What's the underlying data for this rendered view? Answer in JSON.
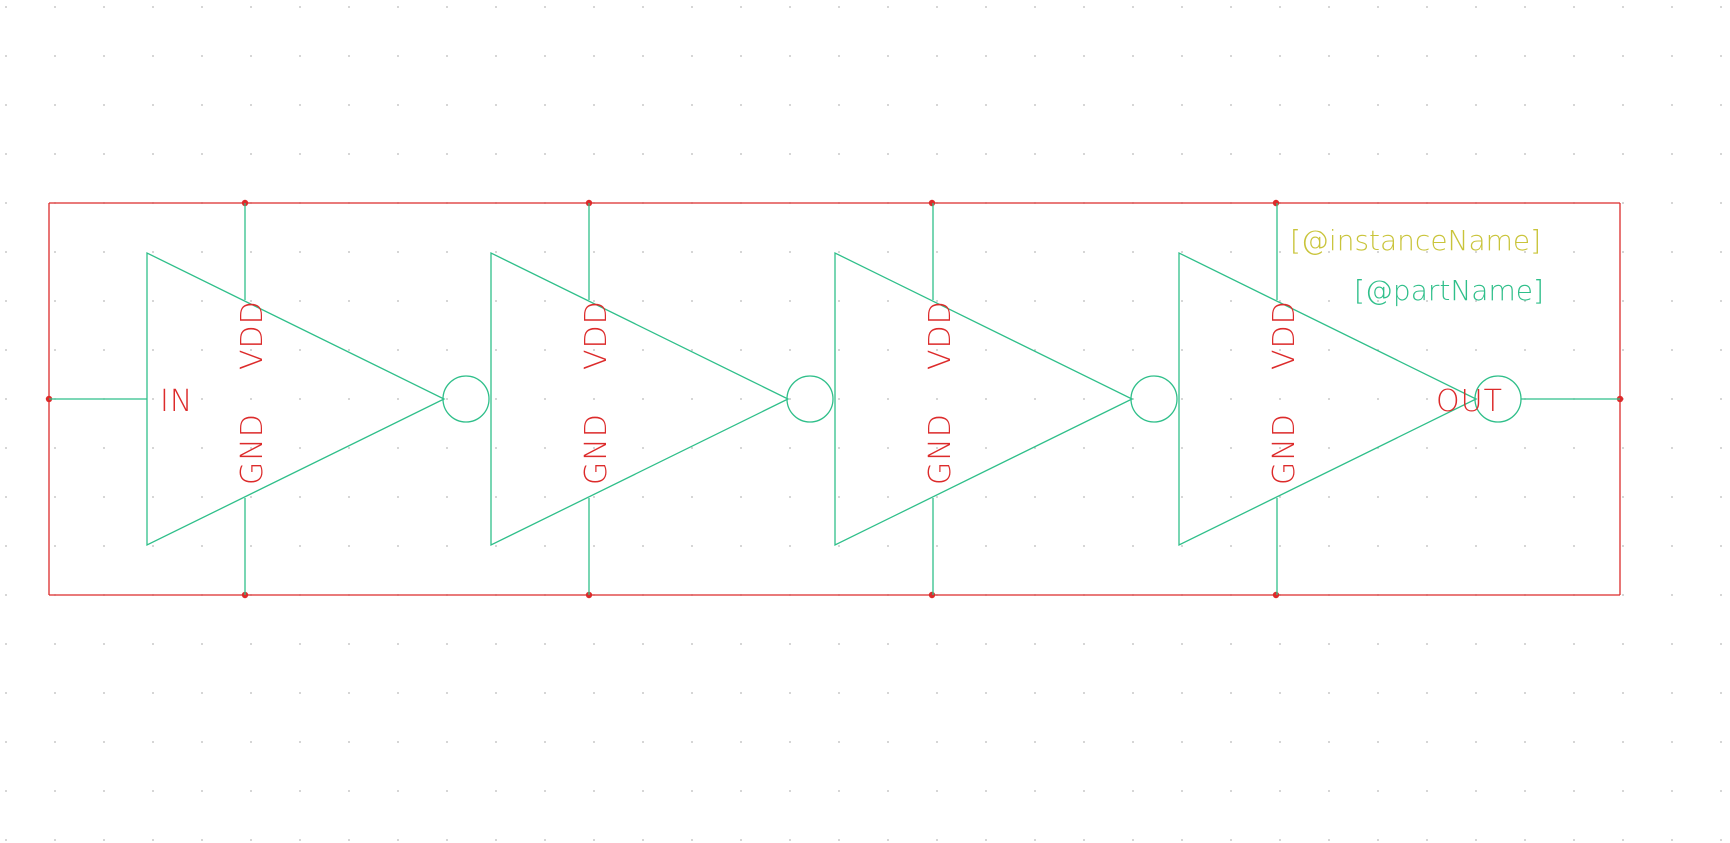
{
  "schematic": {
    "colors": {
      "wire": "#dc2b2b",
      "symbol": "#2fbf8a",
      "instance_attribute": "#c9c43a",
      "part_attribute": "#2fbf8a",
      "grid_dot": "#b9b9b9",
      "background": "#ffffff"
    },
    "inverters": [
      {
        "input_label": "IN",
        "output_label": "",
        "supply_label": "VDD",
        "ground_label": "GND"
      },
      {
        "input_label": "",
        "output_label": "",
        "supply_label": "VDD",
        "ground_label": "GND"
      },
      {
        "input_label": "",
        "output_label": "",
        "supply_label": "VDD",
        "ground_label": "GND"
      },
      {
        "input_label": "",
        "output_label": "OUT",
        "supply_label": "VDD",
        "ground_label": "GND"
      }
    ],
    "instance_name_attribute": "[@instanceName]",
    "part_name_attribute": "[@partName]"
  }
}
